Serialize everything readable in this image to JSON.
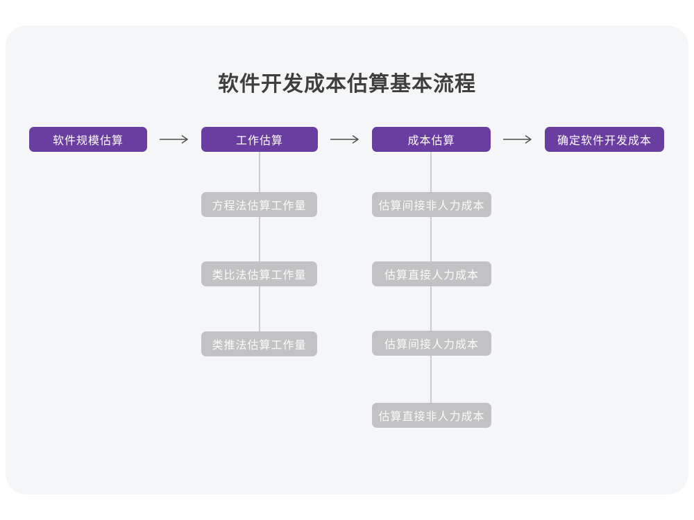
{
  "title": "软件开发成本估算基本流程",
  "flow": {
    "steps": [
      {
        "label": "软件规模估算"
      },
      {
        "label": "工作估算"
      },
      {
        "label": "成本估算"
      },
      {
        "label": "确定软件开发成本"
      }
    ]
  },
  "work_estimation": {
    "items": [
      {
        "label": "方程法估算工作量"
      },
      {
        "label": "类比法估算工作量"
      },
      {
        "label": "类推法估算工作量"
      }
    ]
  },
  "cost_estimation": {
    "items": [
      {
        "label": "估算间接非人力成本"
      },
      {
        "label": "估算直接人力成本"
      },
      {
        "label": "估算间接人力成本"
      },
      {
        "label": "估算直接非人力成本"
      }
    ]
  },
  "colors": {
    "accent_purple": "#6a3da0",
    "node_gray": "#c2c2c4",
    "panel_background": "#f5f6f7",
    "connector_gray": "#cbcbcb",
    "arrow_dark": "#4a4a4a",
    "title_text": "#3f3f3f",
    "node_text": "#ffffff"
  }
}
